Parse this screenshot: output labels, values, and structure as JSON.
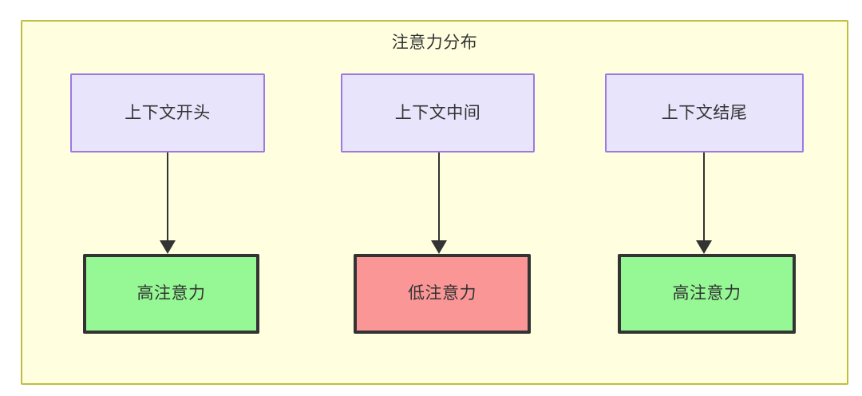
{
  "diagram": {
    "title": "注意力分布",
    "container": {
      "name": "attention-distribution-group",
      "fill": "#ffffe0",
      "stroke": "#bfbf3f"
    },
    "palette": {
      "source_fill": "#e8e4fb",
      "source_stroke": "#9d79e0",
      "high_fill": "#95f894",
      "low_fill": "#fa9696",
      "node_stroke": "#333333",
      "text": "#333333",
      "edge": "#333333"
    },
    "nodes": [
      {
        "id": "context-start",
        "label": "上下文开头",
        "row": "top",
        "column": 1,
        "type": "source"
      },
      {
        "id": "context-middle",
        "label": "上下文中间",
        "row": "top",
        "column": 2,
        "type": "source"
      },
      {
        "id": "context-end",
        "label": "上下文结尾",
        "row": "top",
        "column": 3,
        "type": "source"
      },
      {
        "id": "attention-high-start",
        "label": "高注意力",
        "row": "bottom",
        "column": 1,
        "type": "high"
      },
      {
        "id": "attention-low-middle",
        "label": "低注意力",
        "row": "bottom",
        "column": 2,
        "type": "low"
      },
      {
        "id": "attention-high-end",
        "label": "高注意力",
        "row": "bottom",
        "column": 3,
        "type": "high"
      }
    ],
    "edges": [
      {
        "from": "context-start",
        "to": "attention-high-start",
        "label": "",
        "arrow": "down"
      },
      {
        "from": "context-middle",
        "to": "attention-low-middle",
        "label": "",
        "arrow": "down"
      },
      {
        "from": "context-end",
        "to": "attention-high-end",
        "label": "",
        "arrow": "down"
      }
    ]
  }
}
